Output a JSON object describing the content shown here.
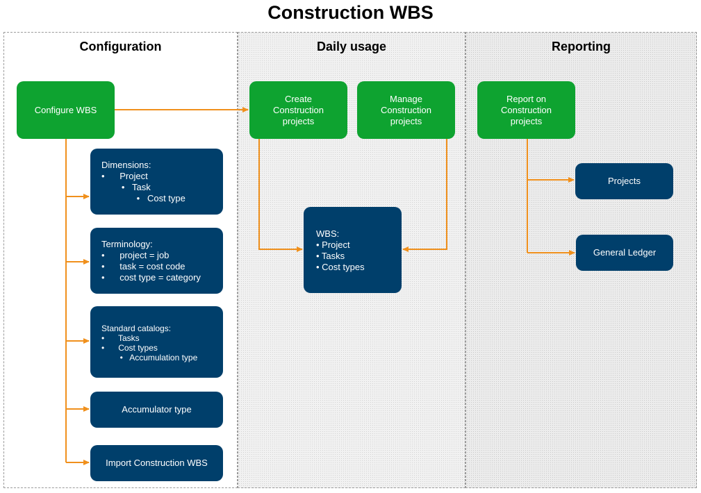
{
  "title": "Construction WBS",
  "lanes": {
    "configuration": "Configuration",
    "daily": "Daily usage",
    "reporting": "Reporting"
  },
  "nodes": {
    "configure_wbs": "Configure WBS",
    "dimensions": {
      "heading": "Dimensions:",
      "lines": [
        "•      Project",
        "        •   Task",
        "              •   Cost type"
      ]
    },
    "terminology": {
      "heading": "Terminology:",
      "lines": [
        "•      project = job",
        "•      task = cost code",
        "•      cost type = category"
      ]
    },
    "catalogs": {
      "heading": "Standard catalogs:",
      "lines": [
        "•      Tasks",
        "•      Cost types",
        "        •   Accumulation type"
      ]
    },
    "accumulator": "Accumulator type",
    "import": "Import Construction WBS",
    "create": [
      "Create",
      "Construction",
      "projects"
    ],
    "manage": [
      "Manage",
      "Construction",
      "projects"
    ],
    "wbs": {
      "heading": "WBS:",
      "lines": [
        "• Project",
        "• Tasks",
        "• Cost types"
      ]
    },
    "report": [
      "Report on",
      "Construction",
      "projects"
    ],
    "projects": "Projects",
    "general_ledger": "General Ledger"
  },
  "colors": {
    "green": "#0ea330",
    "navy": "#003f6b",
    "connector": "#f0901c"
  }
}
